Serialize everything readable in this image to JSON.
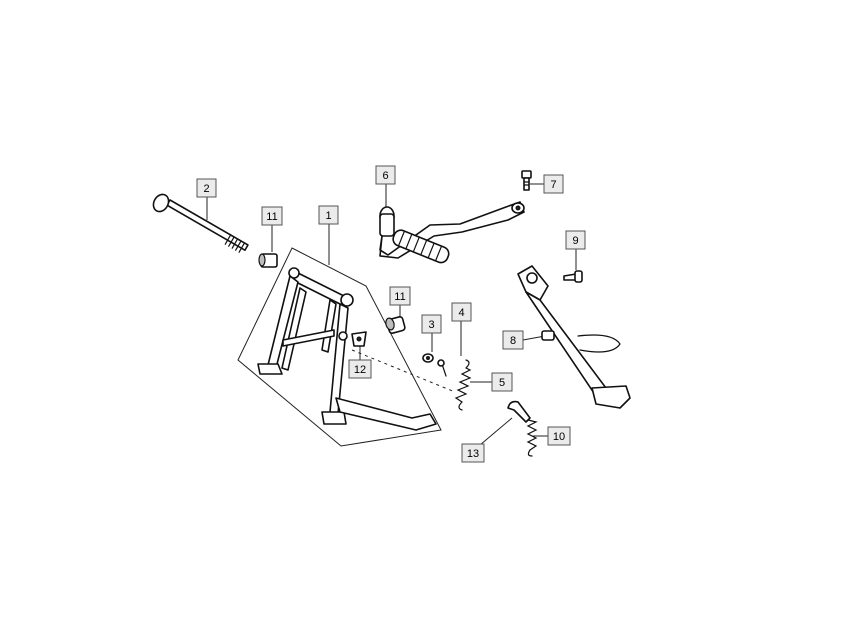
{
  "callouts": [
    {
      "id": "c1",
      "label": "1"
    },
    {
      "id": "c2",
      "label": "2"
    },
    {
      "id": "c3",
      "label": "3"
    },
    {
      "id": "c4",
      "label": "4"
    },
    {
      "id": "c5",
      "label": "5"
    },
    {
      "id": "c6",
      "label": "6"
    },
    {
      "id": "c7",
      "label": "7"
    },
    {
      "id": "c8",
      "label": "8"
    },
    {
      "id": "c9",
      "label": "9"
    },
    {
      "id": "c10",
      "label": "10"
    },
    {
      "id": "c11a",
      "label": "11"
    },
    {
      "id": "c11b",
      "label": "11"
    },
    {
      "id": "c12",
      "label": "12"
    },
    {
      "id": "c13",
      "label": "13"
    }
  ]
}
